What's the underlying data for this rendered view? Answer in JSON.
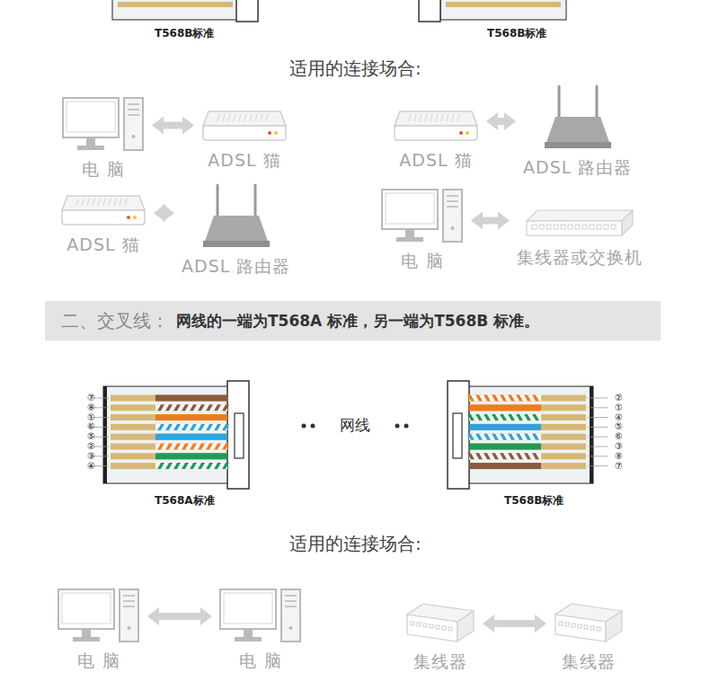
{
  "diagram": {
    "nodes": [
      {
        "text": [
          "电 脑"
        ]
      },
      {
        "text": [
          "ADSL 猫"
        ]
      },
      {
        "text": [
          "ADSL 猫"
        ]
      },
      {
        "text": [
          "ADSL 路由器"
        ]
      },
      {
        "text": [
          "ADSL 猫"
        ]
      },
      {
        "text": [
          "ADSL 路由器"
        ]
      },
      {
        "text": [
          "电 脑"
        ]
      },
      {
        "text": [
          "集线器或交换机"
        ]
      },
      {
        "text": [
          "二、交叉线：",
          "网线的一端为T568A 标准，另一端为T568B 标准。"
        ]
      },
      {
        "text": [
          "电 脑"
        ]
      },
      {
        "text": [
          "电 脑"
        ]
      },
      {
        "text": [
          "集线器"
        ]
      },
      {
        "text": [
          "集线器"
        ]
      }
    ],
    "edges": [
      {
        "from": 0,
        "to": 1,
        "arrow": "both"
      },
      {
        "from": 2,
        "to": 3,
        "arrow": "both"
      },
      {
        "from": 4,
        "to": 5,
        "arrow": "both"
      },
      {
        "from": 6,
        "to": 7,
        "arrow": "both"
      },
      {
        "from": 9,
        "to": 10,
        "arrow": "both"
      },
      {
        "from": 11,
        "to": 12,
        "arrow": "both"
      }
    ],
    "labels": [
      "T568B标准",
      "T568B标准",
      "适用的连接场合:",
      "⑦",
      "⑧",
      "①",
      "⑥",
      "⑤",
      "②",
      "③",
      "④",
      "网线",
      "②",
      "①",
      "④",
      "⑤",
      "⑥",
      "③",
      "⑧",
      "⑦",
      "T568A标准",
      "T568B标准",
      "适用的连接场合:"
    ]
  }
}
